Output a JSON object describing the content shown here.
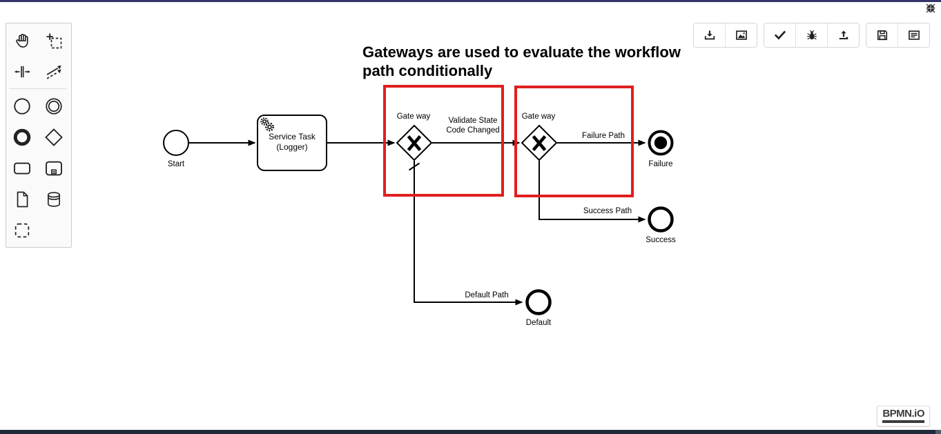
{
  "window": {
    "top_border_color": "#343469",
    "bottom_bar_color": "#1f2b3d",
    "collapse_icon": "collapse-arrows-icon"
  },
  "palette": {
    "items": [
      {
        "icon": "hand-tool-icon"
      },
      {
        "icon": "lasso-tool-icon"
      },
      {
        "icon": "space-tool-icon"
      },
      {
        "icon": "global-connect-icon"
      },
      {
        "icon": "start-event-icon"
      },
      {
        "icon": "intermediate-event-icon"
      },
      {
        "icon": "end-event-icon"
      },
      {
        "icon": "gateway-icon"
      },
      {
        "icon": "task-icon"
      },
      {
        "icon": "subprocess-icon"
      },
      {
        "icon": "data-object-icon"
      },
      {
        "icon": "data-store-icon"
      },
      {
        "icon": "group-icon"
      }
    ]
  },
  "toolbar": {
    "groups": [
      {
        "icons": [
          "download-icon",
          "image-icon"
        ]
      },
      {
        "icons": [
          "check-icon",
          "bug-icon",
          "upload-icon"
        ]
      },
      {
        "icons": [
          "save-icon",
          "forms-icon"
        ]
      }
    ]
  },
  "diagram": {
    "heading": {
      "line1": "Gateways are used to evaluate the workflow",
      "line2": "path conditionally"
    },
    "highlight_color": "#e01e1e",
    "start_event": {
      "label": "Start"
    },
    "service_task": {
      "name_line1": "Service Task",
      "name_line2": "(Logger)",
      "icon": "gear-icon"
    },
    "gateway_1": {
      "label": "Gate way",
      "type": "exclusive"
    },
    "gateway_2": {
      "label": "Gate way",
      "type": "exclusive"
    },
    "flows": {
      "validate": {
        "label_line1": "Validate State",
        "label_line2": "Code Changed"
      },
      "failure": {
        "label": "Failure Path"
      },
      "success": {
        "label": "Success Path"
      },
      "default": {
        "label": "Default Path",
        "is_default": true
      }
    },
    "end_events": {
      "failure": {
        "label": "Failure",
        "terminate": true
      },
      "success": {
        "label": "Success"
      },
      "default": {
        "label": "Default"
      }
    }
  },
  "watermark": {
    "label": "BPMN.iO"
  }
}
